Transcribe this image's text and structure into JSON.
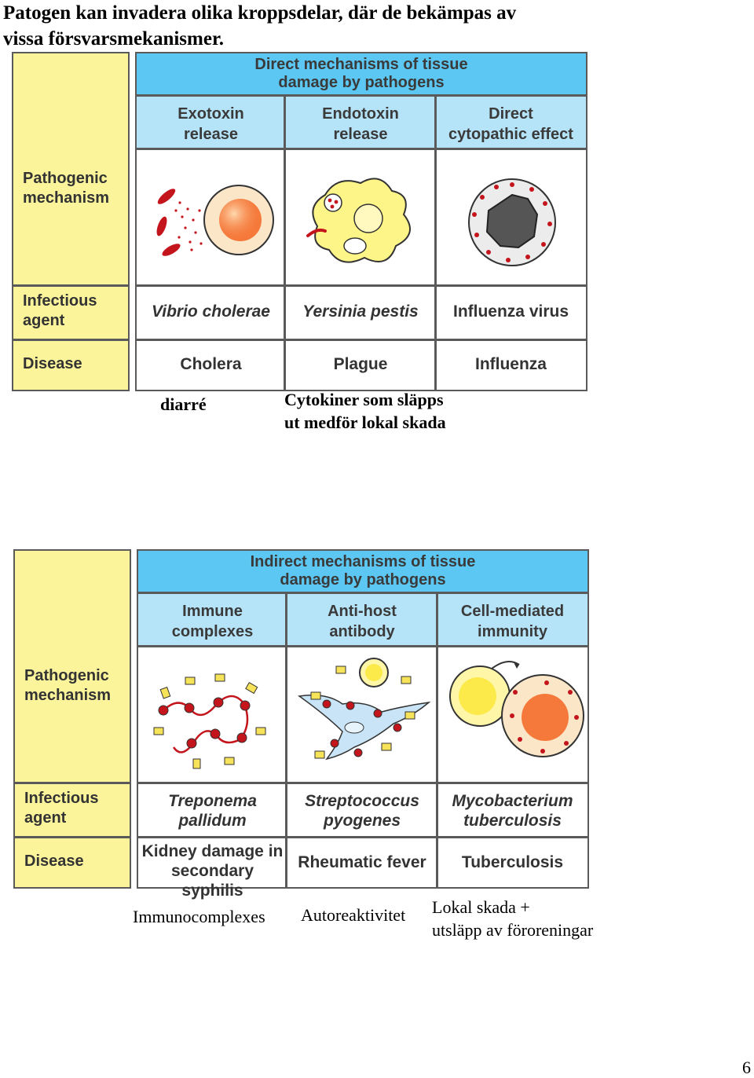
{
  "heading": {
    "line1": "Patogen kan invadera olika kroppsdelar, där de bekämpas av",
    "line2": "vissa försvarsmekanismer."
  },
  "figure_top": {
    "title_line1": "Direct mechanisms of tissue",
    "title_line2": "damage by pathogens",
    "row_labels": {
      "mechanism_line1": "Pathogenic",
      "mechanism_line2": "mechanism",
      "agent_line1": "Infectious",
      "agent_line2": "agent",
      "disease": "Disease"
    },
    "columns": [
      {
        "head_line1": "Exotoxin",
        "head_line2": "release",
        "agent": "Vibrio cholerae",
        "agent_italic": true,
        "disease_line1": "Cholera",
        "disease_line2": ""
      },
      {
        "head_line1": "Endotoxin",
        "head_line2": "release",
        "agent": "Yersinia pestis",
        "agent_italic": true,
        "disease_line1": "Plague",
        "disease_line2": ""
      },
      {
        "head_line1": "Direct",
        "head_line2": "cytopathic effect",
        "agent": "Influenza virus",
        "agent_italic": false,
        "disease_line1": "Influenza",
        "disease_line2": ""
      }
    ],
    "notes": {
      "note1": "diarré",
      "note2_line1": "Cytokiner som släpps",
      "note2_line2": "ut medför lokal skada"
    }
  },
  "figure_bottom": {
    "title_line1": "Indirect mechanisms of tissue",
    "title_line2": "damage by pathogens",
    "row_labels": {
      "mechanism_line1": "Pathogenic",
      "mechanism_line2": "mechanism",
      "agent_line1": "Infectious",
      "agent_line2": "agent",
      "disease": "Disease"
    },
    "columns": [
      {
        "head_line1": "Immune",
        "head_line2": "complexes",
        "agent_line1": "Treponema",
        "agent_line2": "pallidum",
        "disease_line1": "Kidney damage in",
        "disease_line2": "secondary syphilis"
      },
      {
        "head_line1": "Anti-host",
        "head_line2": "antibody",
        "agent_line1": "Streptococcus",
        "agent_line2": "pyogenes",
        "disease_line1": "Rheumatic fever",
        "disease_line2": ""
      },
      {
        "head_line1": "Cell-mediated",
        "head_line2": "immunity",
        "agent_line1": "Mycobacterium",
        "agent_line2": "tuberculosis",
        "disease_line1": "Tuberculosis",
        "disease_line2": ""
      }
    ],
    "notes": {
      "note1": "Immunocomplexes",
      "note2": "Autoreaktivitet",
      "note3_line1": "Lokal skada +",
      "note3_line2": "utsläpp av föroreningar"
    }
  },
  "page_number": "6",
  "colors": {
    "title_band": "#5bc7f2",
    "col_head": "#b5e3f8",
    "row_label_col": "#fbf49b",
    "border": "#5a5a5a",
    "pathogen_red": "#c4141c"
  },
  "icons": [
    "red-blood-cells-icon",
    "toxin-dots-icon",
    "host-cell-icon",
    "bacterium-cell-icon",
    "infected-cell-icon",
    "antibody-complex-icon",
    "fibroblast-icon",
    "t-cell-icon",
    "target-cell-icon"
  ]
}
